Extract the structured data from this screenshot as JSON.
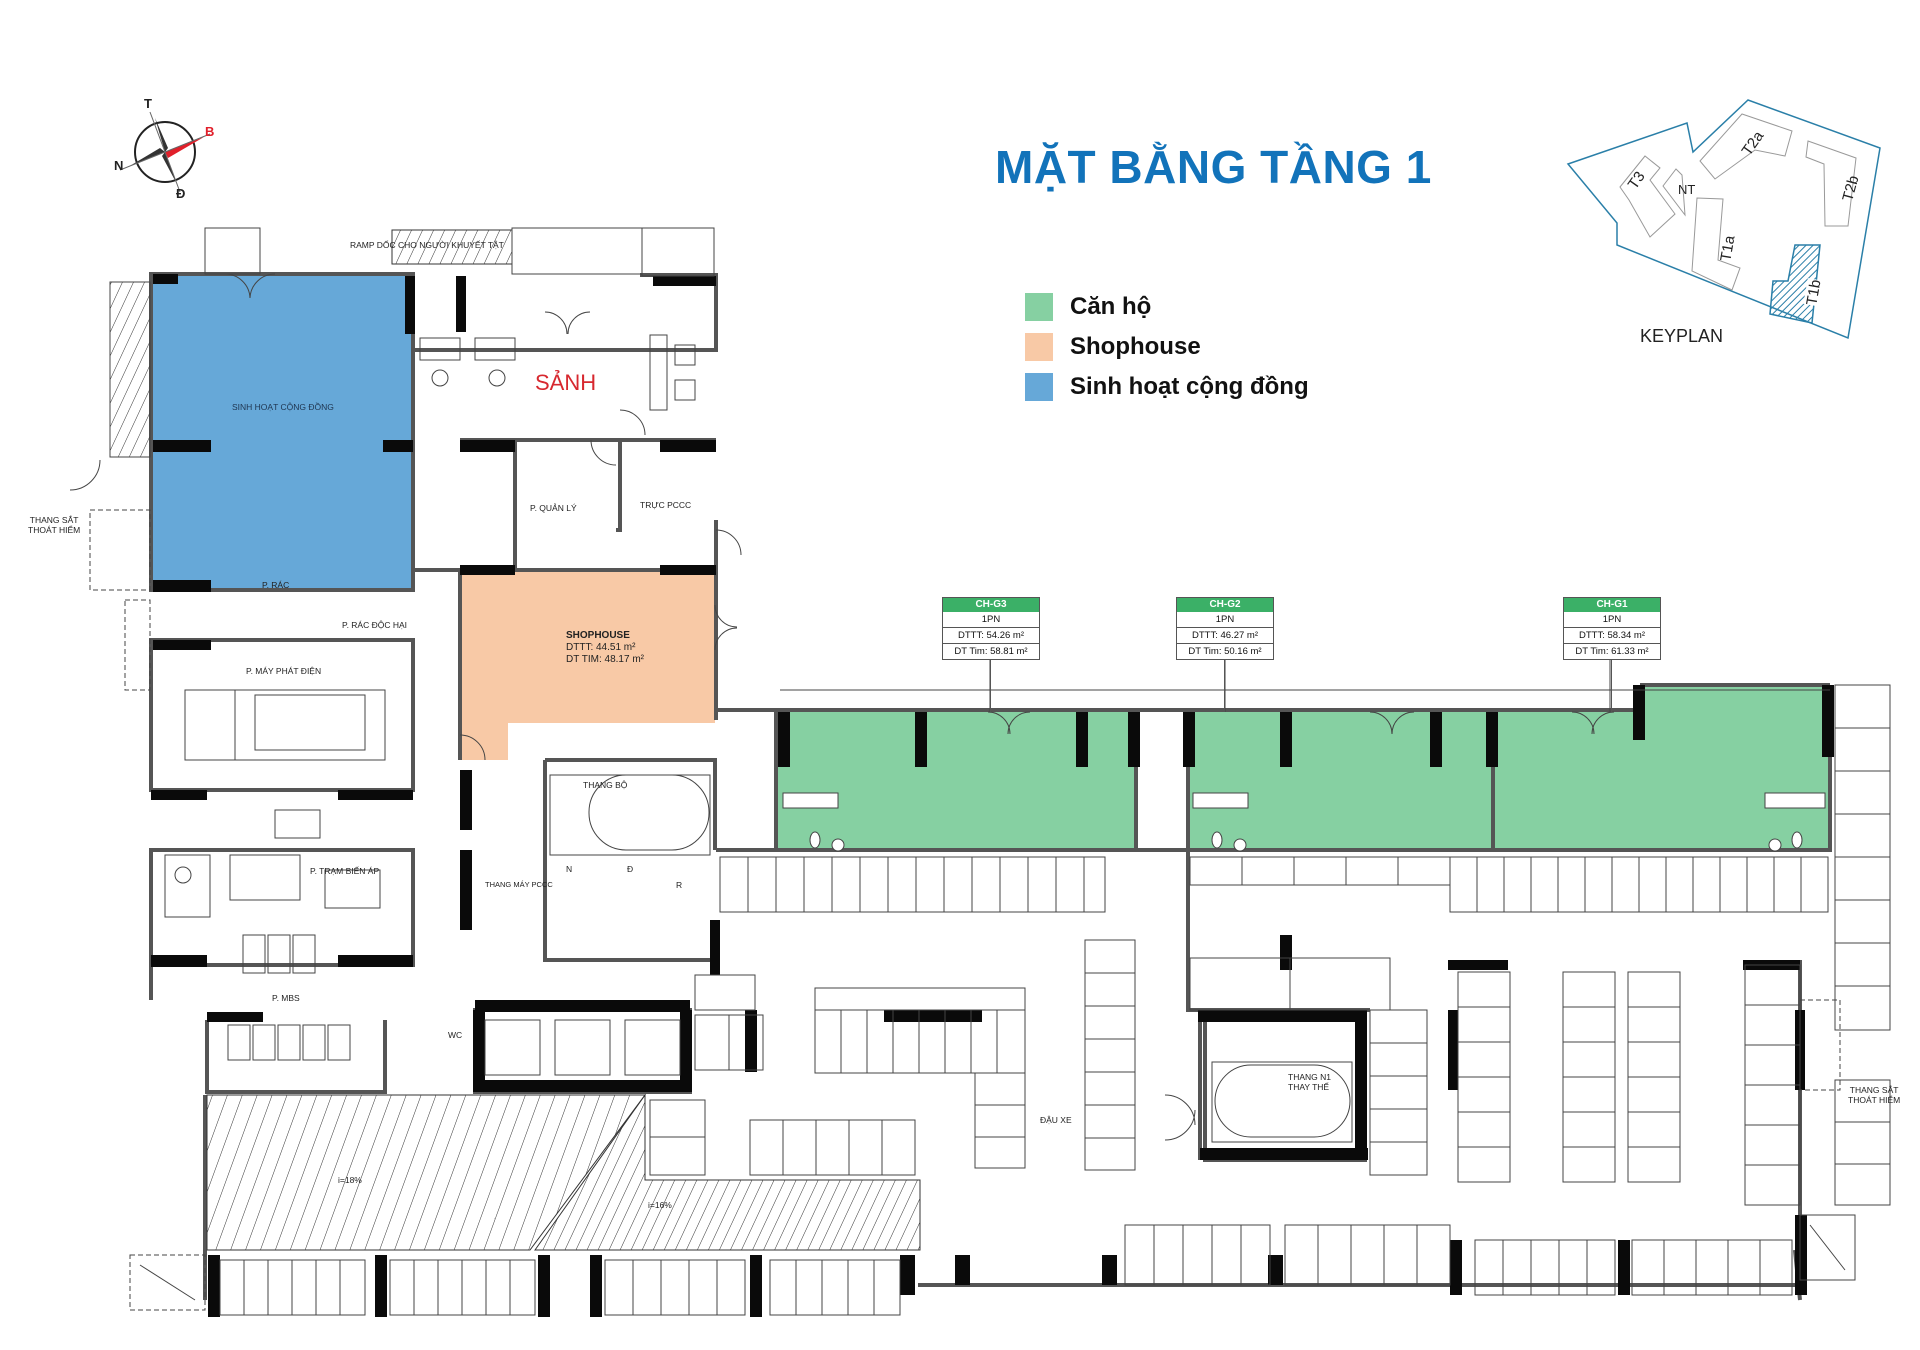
{
  "title": "MẶT BẰNG TẦNG 1",
  "colors": {
    "title": "#1273ba",
    "apartment": "#86d0a2",
    "shophouse": "#f8c9a6",
    "community": "#66a8d8",
    "card_header": "#3bb067",
    "compass_red": "#e11f2a",
    "lobby_text": "#d7282f",
    "keyplan_line": "#2a7fa8"
  },
  "legend": [
    {
      "label": "Căn hộ",
      "color": "#86d0a2"
    },
    {
      "label": "Shophouse",
      "color": "#f8c9a6"
    },
    {
      "label": "Sinh hoạt cộng đồng",
      "color": "#66a8d8"
    }
  ],
  "compass": {
    "north": "T",
    "east": "B",
    "south": "Đ",
    "west": "N"
  },
  "keyplan": {
    "label": "KEYPLAN",
    "blocks": [
      "T3",
      "NT",
      "T2a",
      "T2b",
      "T1a",
      "T1b"
    ],
    "highlighted": "T1b"
  },
  "units": [
    {
      "code": "CH-G3",
      "type": "1PN",
      "dttt": "DTTT: 54.26 m²",
      "dt_tim": "DT Tim: 58.81 m²"
    },
    {
      "code": "CH-G2",
      "type": "1PN",
      "dttt": "DTTT: 46.27 m²",
      "dt_tim": "DT Tim: 50.16 m²"
    },
    {
      "code": "CH-G1",
      "type": "1PN",
      "dttt": "DTTT: 58.34 m²",
      "dt_tim": "DT Tim: 61.33 m²"
    }
  ],
  "shophouse": {
    "name": "SHOPHOUSE",
    "dttt": "DTTT: 44.51 m²",
    "dt_tim": "DT TIM: 48.17 m²"
  },
  "rooms": {
    "lobby": "SẢNH",
    "community": "SINH HOẠT CỘNG ĐỒNG",
    "ramp": "RAMP DỐC CHO NGƯỜI KHUYẾT TẬT",
    "manager": "P. QUẢN LÝ",
    "fire_duty": "TRỰC PCCC",
    "trash": "P. RÁC",
    "hazard_trash": "P. RÁC ĐỘC HẠI",
    "generator": "P. MÁY PHÁT ĐIỆN",
    "transformer": "P. TRẠM BIẾN ÁP",
    "mbs": "P. MBS",
    "wc": "WC",
    "stair": "THANG BỘ",
    "fire_elevator": "THANG MÁY PCCC",
    "shaft_n": "N",
    "shaft_d": "Đ",
    "shaft_r": "R",
    "escape_stair_left": [
      "THANG SẮT",
      "THOÁT HIỂM"
    ],
    "escape_stair_right": [
      "THANG SẮT",
      "THOÁT HIỂM"
    ],
    "replacement_stair": [
      "THANG N1",
      "THAY THẾ"
    ],
    "parking": "ĐẬU XE",
    "ramp_slope_1": "i=18%",
    "ramp_slope_2": "i=16%"
  }
}
